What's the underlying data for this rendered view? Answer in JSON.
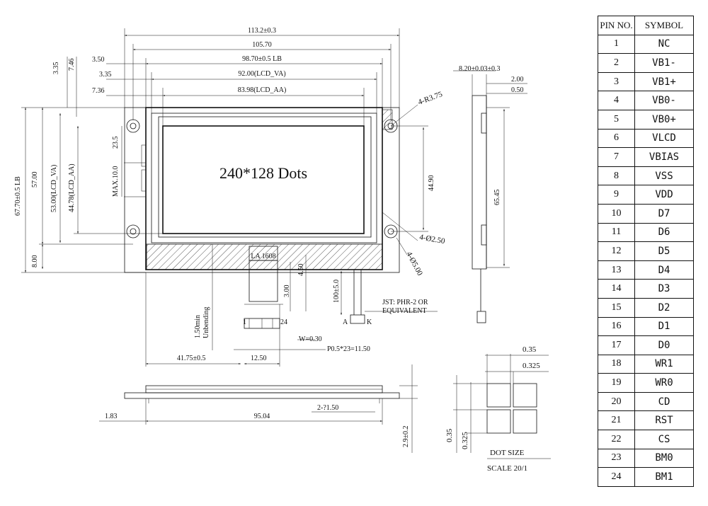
{
  "top_dims": {
    "overall_width": "113.2±0.3",
    "pitch_width": "105.70",
    "lb_width": "98.70±0.5 LB",
    "va_width": "92.00(LCD_VA)",
    "aa_width": "83.98(LCD_AA)",
    "left_3_50": "3.50",
    "left_3_35": "3.35",
    "left_7_36": "7.36",
    "vert_3_35": "3.35",
    "vert_7_46": "7.46"
  },
  "left_dims": {
    "height_lb": "67.70±0.5 LB",
    "height_57": "57.00",
    "height_va": "53.00(LCD_VA)",
    "height_aa": "44.78(LCD_AA)",
    "bottom_8": "8.00",
    "side_23_5": "23.5",
    "max_10": "MAX.10.0"
  },
  "screen_text": "240*128 Dots",
  "hole_labels": {
    "r375": "4-R3.75",
    "d250": "4-Ø2.50",
    "d500": "4-Ø5.00"
  },
  "right_dims": {
    "mount_44_90": "44.90",
    "side_65_45": "65.45",
    "thick_8_20": "8.20±0.03±0.3",
    "d_2_00": "2.00",
    "d_0_50": "0.50"
  },
  "connector": {
    "chip_label": "LA 1608",
    "dim_3_00": "3.00",
    "dim_4_50": "4.50",
    "wire_len": "100±5.0",
    "jst": "JST: PHR-2 OR",
    "equivalent": "EQUIVALENT",
    "pin_a": "A",
    "pin_k": "K",
    "pin_1": "1",
    "pin_24": "24",
    "width": "W=0.30",
    "pitch": "P0.5*23=11.50",
    "from_left": "41.75±0.5",
    "fpc_width": "12.50",
    "bend_1": "1.50min",
    "bend_2": "Unbending"
  },
  "bottom_view": {
    "left_1_83": "1.83",
    "span_95_04": "95.04",
    "holes_1_50": "2-?1.50",
    "height_2_9": "2.9±0.2"
  },
  "dot_size": {
    "w1": "0.35",
    "w2": "0.325",
    "h1": "0.35",
    "h2": "0.325",
    "title": "DOT SIZE",
    "scale": "SCALE 20/1"
  },
  "pin_table": {
    "headers": [
      "PIN NO.",
      "SYMBOL"
    ],
    "rows": [
      [
        "1",
        "NC"
      ],
      [
        "2",
        "VB1-"
      ],
      [
        "3",
        "VB1+"
      ],
      [
        "4",
        "VB0-"
      ],
      [
        "5",
        "VB0+"
      ],
      [
        "6",
        "VLCD"
      ],
      [
        "7",
        "VBIAS"
      ],
      [
        "8",
        "VSS"
      ],
      [
        "9",
        "VDD"
      ],
      [
        "10",
        "D7"
      ],
      [
        "11",
        "D6"
      ],
      [
        "12",
        "D5"
      ],
      [
        "13",
        "D4"
      ],
      [
        "14",
        "D3"
      ],
      [
        "15",
        "D2"
      ],
      [
        "16",
        "D1"
      ],
      [
        "17",
        "D0"
      ],
      [
        "18",
        "WR1"
      ],
      [
        "19",
        "WR0"
      ],
      [
        "20",
        "CD"
      ],
      [
        "21",
        "RST"
      ],
      [
        "22",
        "CS"
      ],
      [
        "23",
        "BM0"
      ],
      [
        "24",
        "BM1"
      ]
    ]
  }
}
